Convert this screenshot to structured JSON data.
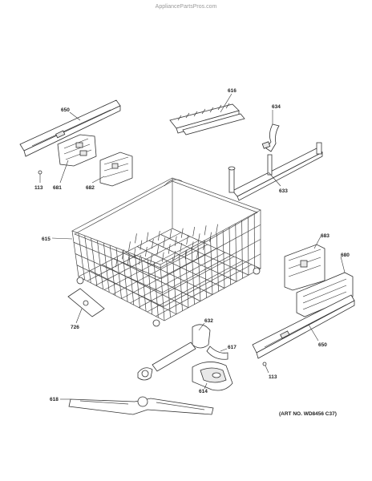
{
  "header": {
    "site": "AppliancePartsPros.com"
  },
  "footer": {
    "art_no": "(ART NO. WD8456 C37)"
  },
  "callouts": [
    {
      "id": "c650a",
      "label": "650"
    },
    {
      "id": "c616",
      "label": "616"
    },
    {
      "id": "c634",
      "label": "634"
    },
    {
      "id": "c113a",
      "label": "113"
    },
    {
      "id": "c681",
      "label": "681"
    },
    {
      "id": "c682",
      "label": "682"
    },
    {
      "id": "c633",
      "label": "633"
    },
    {
      "id": "c615",
      "label": "615"
    },
    {
      "id": "c683",
      "label": "683"
    },
    {
      "id": "c680",
      "label": "680"
    },
    {
      "id": "c726",
      "label": "726"
    },
    {
      "id": "c632",
      "label": "632"
    },
    {
      "id": "c617",
      "label": "617"
    },
    {
      "id": "c650b",
      "label": "650"
    },
    {
      "id": "c113b",
      "label": "113"
    },
    {
      "id": "c614",
      "label": "614"
    },
    {
      "id": "c618",
      "label": "618"
    }
  ]
}
